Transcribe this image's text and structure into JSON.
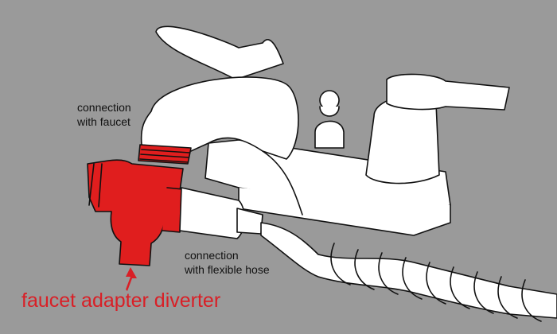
{
  "labels": {
    "faucet_connection": [
      "connection",
      "with faucet"
    ],
    "hose_connection": [
      "connection",
      "with flexible hose"
    ]
  },
  "title": "faucet adapter diverter",
  "colors": {
    "background": "#9a9a9a",
    "diverter": "#e01e1e",
    "title": "#d91f26",
    "outline": "#111111",
    "fixture": "#ffffff"
  }
}
